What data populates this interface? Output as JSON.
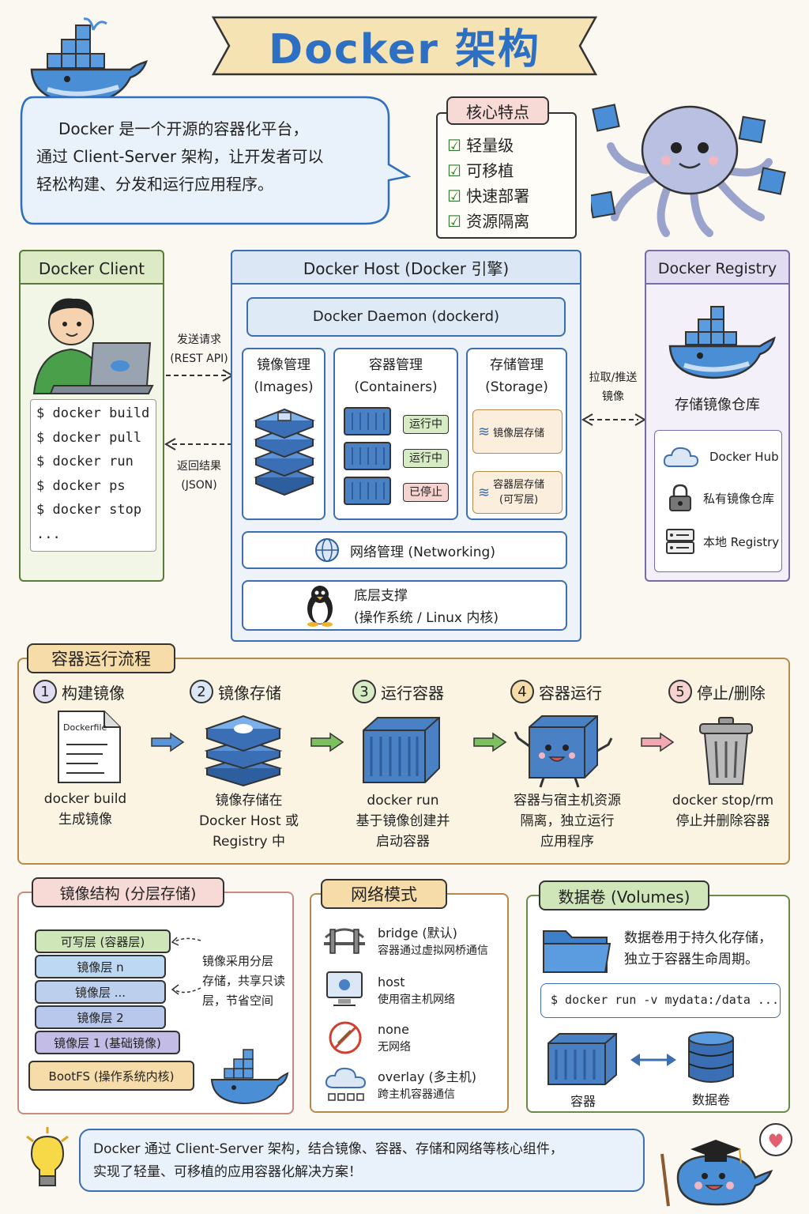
{
  "title": "Docker 架构",
  "intro": {
    "lines": [
      "Docker 是一个开源的容器化平台，",
      "通过 Client-Server 架构，让开发者可以",
      "轻松构建、分发和运行应用程序。"
    ]
  },
  "features": {
    "title": "核心特点",
    "items": [
      "轻量级",
      "可移植",
      "快速部署",
      "资源隔离"
    ]
  },
  "client": {
    "title": "Docker Client",
    "commands": [
      "$ docker build",
      "$ docker pull",
      "$ docker run",
      "$ docker ps",
      "$ docker stop",
      "..."
    ]
  },
  "client_host_arrows": {
    "request": [
      "发送请求",
      "(REST API)"
    ],
    "response": [
      "返回结果",
      "(JSON)"
    ]
  },
  "host": {
    "title": "Docker Host (Docker 引擎)",
    "daemon": "Docker Daemon (dockerd)",
    "images": {
      "title": "镜像管理",
      "subtitle": "(Images)"
    },
    "containers": {
      "title": "容器管理",
      "subtitle": "(Containers)",
      "statuses": [
        "运行中",
        "运行中",
        "已停止"
      ]
    },
    "storage": {
      "title": "存储管理",
      "subtitle": "(Storage)",
      "layer_store": "镜像层存储",
      "container_store": [
        "容器层存储",
        "(可写层)"
      ]
    },
    "network": "网络管理 (Networking)",
    "base": [
      "底层支撑",
      "(操作系统 / Linux 内核)"
    ]
  },
  "host_registry_arrow": [
    "拉取/推送",
    "镜像"
  ],
  "registry": {
    "title": "Docker Registry",
    "caption": "存储镜像仓库",
    "items": [
      "Docker Hub",
      "私有镜像仓库",
      "本地 Registry"
    ]
  },
  "flow": {
    "title": "容器运行流程",
    "steps": [
      {
        "num": "1",
        "label": "构建镜像",
        "caption": [
          "docker build",
          "生成镜像"
        ],
        "icon_text": "Dockerfile"
      },
      {
        "num": "2",
        "label": "镜像存储",
        "caption": [
          "镜像存储在",
          "Docker Host 或",
          "Registry 中"
        ]
      },
      {
        "num": "3",
        "label": "运行容器",
        "caption": [
          "docker run",
          "基于镜像创建并",
          "启动容器"
        ]
      },
      {
        "num": "4",
        "label": "容器运行",
        "caption": [
          "容器与宿主机资源",
          "隔离，独立运行",
          "应用程序"
        ]
      },
      {
        "num": "5",
        "label": "停止/删除",
        "caption": [
          "docker stop/rm",
          "停止并删除容器"
        ]
      }
    ]
  },
  "image_structure": {
    "title": "镜像结构 (分层存储)",
    "layers": [
      "可写层 (容器层)",
      "镜像层 n",
      "镜像层 ...",
      "镜像层 2",
      "镜像层 1 (基础镜像)",
      "BootFS (操作系统内核)"
    ],
    "note": [
      "镜像采用分层",
      "存储，共享只读",
      "层，节省空间"
    ]
  },
  "network_modes": {
    "title": "网络模式",
    "modes": [
      {
        "name": "bridge (默认)",
        "desc": "容器通过虚拟网桥通信"
      },
      {
        "name": "host",
        "desc": "使用宿主机网络"
      },
      {
        "name": "none",
        "desc": "无网络"
      },
      {
        "name": "overlay (多主机)",
        "desc": "跨主机容器通信"
      }
    ]
  },
  "volumes": {
    "title": "数据卷 (Volumes)",
    "desc": [
      "数据卷用于持久化存储，",
      "独立于容器生命周期。"
    ],
    "command": "$ docker run -v mydata:/data ...",
    "container_label": "容器",
    "volume_label": "数据卷"
  },
  "summary": [
    "Docker 通过 Client-Server 架构，结合镜像、容器、存储和网络等核心组件，",
    "实现了轻量、可移植的应用容器化解决方案！"
  ],
  "colors": {
    "blue": "#3d7fc9",
    "light_blue": "#dfeaf7",
    "green_box": "#f1f6e6",
    "purple_box": "#f0ecf7",
    "yellow_box": "#fbf3dc",
    "pink_tag": "#f7d9d6",
    "green_tag": "#cfe6b8",
    "orange_tag": "#f6dca8"
  }
}
